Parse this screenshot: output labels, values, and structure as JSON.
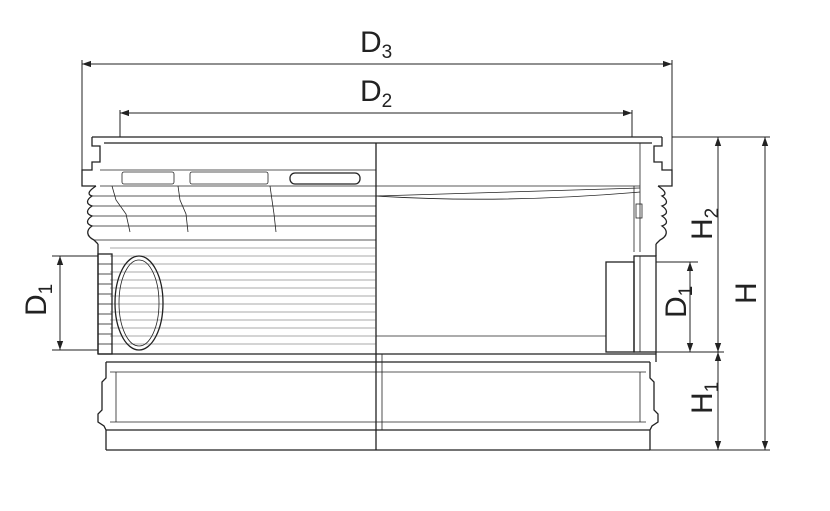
{
  "diagram": {
    "labels": {
      "d3": {
        "main": "D",
        "sub": "3"
      },
      "d2": {
        "main": "D",
        "sub": "2"
      },
      "d1_left": {
        "main": "D",
        "sub": "1"
      },
      "d1_right": {
        "main": "D",
        "sub": "1"
      },
      "h2": {
        "main": "H",
        "sub": "2"
      },
      "h": {
        "main": "H",
        "sub": ""
      },
      "h1": {
        "main": "H",
        "sub": "1"
      }
    },
    "colors": {
      "line": "#222222",
      "background": "#ffffff"
    }
  }
}
